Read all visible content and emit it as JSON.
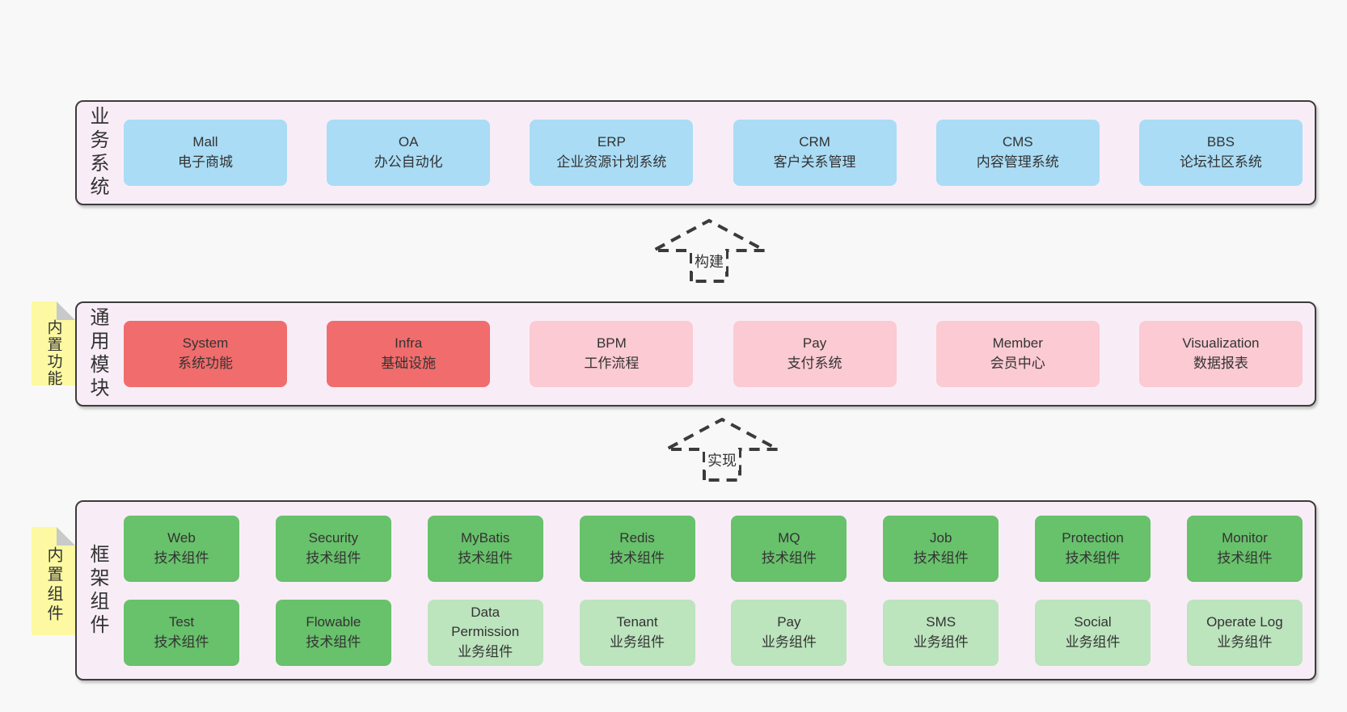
{
  "colors": {
    "page_bg": "#f8f8f8",
    "panel_bg": "#f8edf7",
    "panel_border": "#3c3c3c",
    "blue": "#aadcf5",
    "red": "#f16c6c",
    "pink": "#fbcad2",
    "green": "#68c16b",
    "light_green": "#bce4bd",
    "sticky_yellow": "#fcf9a2",
    "fold_gray": "#c8c9ca",
    "text": "#333333"
  },
  "arrows": [
    {
      "label": "构建"
    },
    {
      "label": "实现"
    }
  ],
  "layers": [
    {
      "label": "业务系统",
      "boxes": [
        {
          "en": "Mall",
          "cn": "电子商城"
        },
        {
          "en": "OA",
          "cn": "办公自动化"
        },
        {
          "en": "ERP",
          "cn": "企业资源计划系统"
        },
        {
          "en": "CRM",
          "cn": "客户关系管理"
        },
        {
          "en": "CMS",
          "cn": "内容管理系统"
        },
        {
          "en": "BBS",
          "cn": "论坛社区系统"
        }
      ]
    },
    {
      "label": "通用模块",
      "sticky": "内置功能",
      "boxes": [
        {
          "en": "System",
          "cn": "系统功能"
        },
        {
          "en": "Infra",
          "cn": "基础设施"
        },
        {
          "en": "BPM",
          "cn": "工作流程"
        },
        {
          "en": "Pay",
          "cn": "支付系统"
        },
        {
          "en": "Member",
          "cn": "会员中心"
        },
        {
          "en": "Visualization",
          "cn": "数据报表"
        }
      ]
    },
    {
      "label": "框架组件",
      "sticky": "内置组件",
      "rows": [
        [
          {
            "en": "Web",
            "cn": "技术组件"
          },
          {
            "en": "Security",
            "cn": "技术组件"
          },
          {
            "en": "MyBatis",
            "cn": "技术组件"
          },
          {
            "en": "Redis",
            "cn": "技术组件"
          },
          {
            "en": "MQ",
            "cn": "技术组件"
          },
          {
            "en": "Job",
            "cn": "技术组件"
          },
          {
            "en": "Protection",
            "cn": "技术组件"
          },
          {
            "en": "Monitor",
            "cn": "技术组件"
          }
        ],
        [
          {
            "en": "Test",
            "cn": "技术组件"
          },
          {
            "en": "Flowable",
            "cn": "技术组件"
          },
          {
            "en": "Data Permission",
            "cn": "业务组件"
          },
          {
            "en": "Tenant",
            "cn": "业务组件"
          },
          {
            "en": "Pay",
            "cn": "业务组件"
          },
          {
            "en": "SMS",
            "cn": "业务组件"
          },
          {
            "en": "Social",
            "cn": "业务组件"
          },
          {
            "en": "Operate Log",
            "cn": "业务组件"
          }
        ]
      ]
    }
  ]
}
